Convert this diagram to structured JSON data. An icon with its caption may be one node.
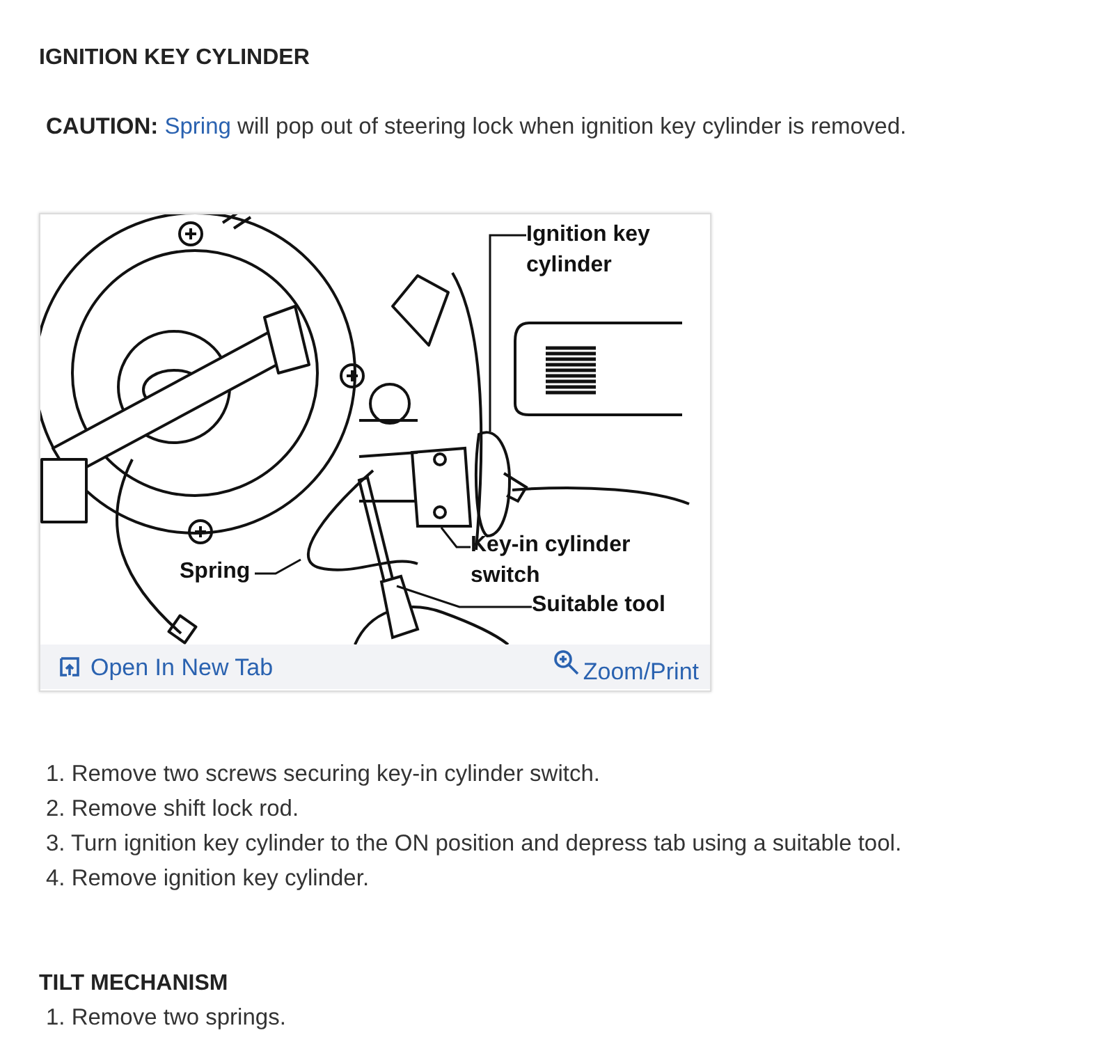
{
  "diagram": {
    "title": "IGNITION KEY CYLINDER",
    "nodes": [
      {
        "text": [
          "Ignition key cylinder"
        ]
      },
      {
        "text": [
          "Spring"
        ]
      },
      {
        "text": [
          "Key-in cylinder switch"
        ]
      },
      {
        "text": [
          "Suitable tool"
        ]
      },
      {
        "text": [],
        "shape": "picture"
      },
      {
        "text": [],
        "shape": "picture"
      },
      {
        "text": [],
        "shape": "picture"
      },
      {
        "text": [],
        "shape": "picture"
      }
    ],
    "edges": [
      {
        "from": 0,
        "to": 4,
        "arrow": "none"
      },
      {
        "from": 1,
        "to": 5,
        "arrow": "none"
      },
      {
        "from": 2,
        "to": 6,
        "arrow": "none"
      },
      {
        "from": 3,
        "to": 7,
        "arrow": "none"
      }
    ],
    "labels": [
      "CAUTION:",
      "Spring",
      "will pop out of steering lock when ignition key cylinder is removed.",
      "Open In New Tab",
      "Zoom/Print",
      "1. Remove two screws securing key-in cylinder switch.",
      "2. Remove shift lock rod.",
      "3. Turn ignition key cylinder to the ON position and depress tab using a suitable tool.",
      "4. Remove ignition key cylinder.",
      "TILT MECHANISM",
      "1. Remove two springs."
    ]
  }
}
